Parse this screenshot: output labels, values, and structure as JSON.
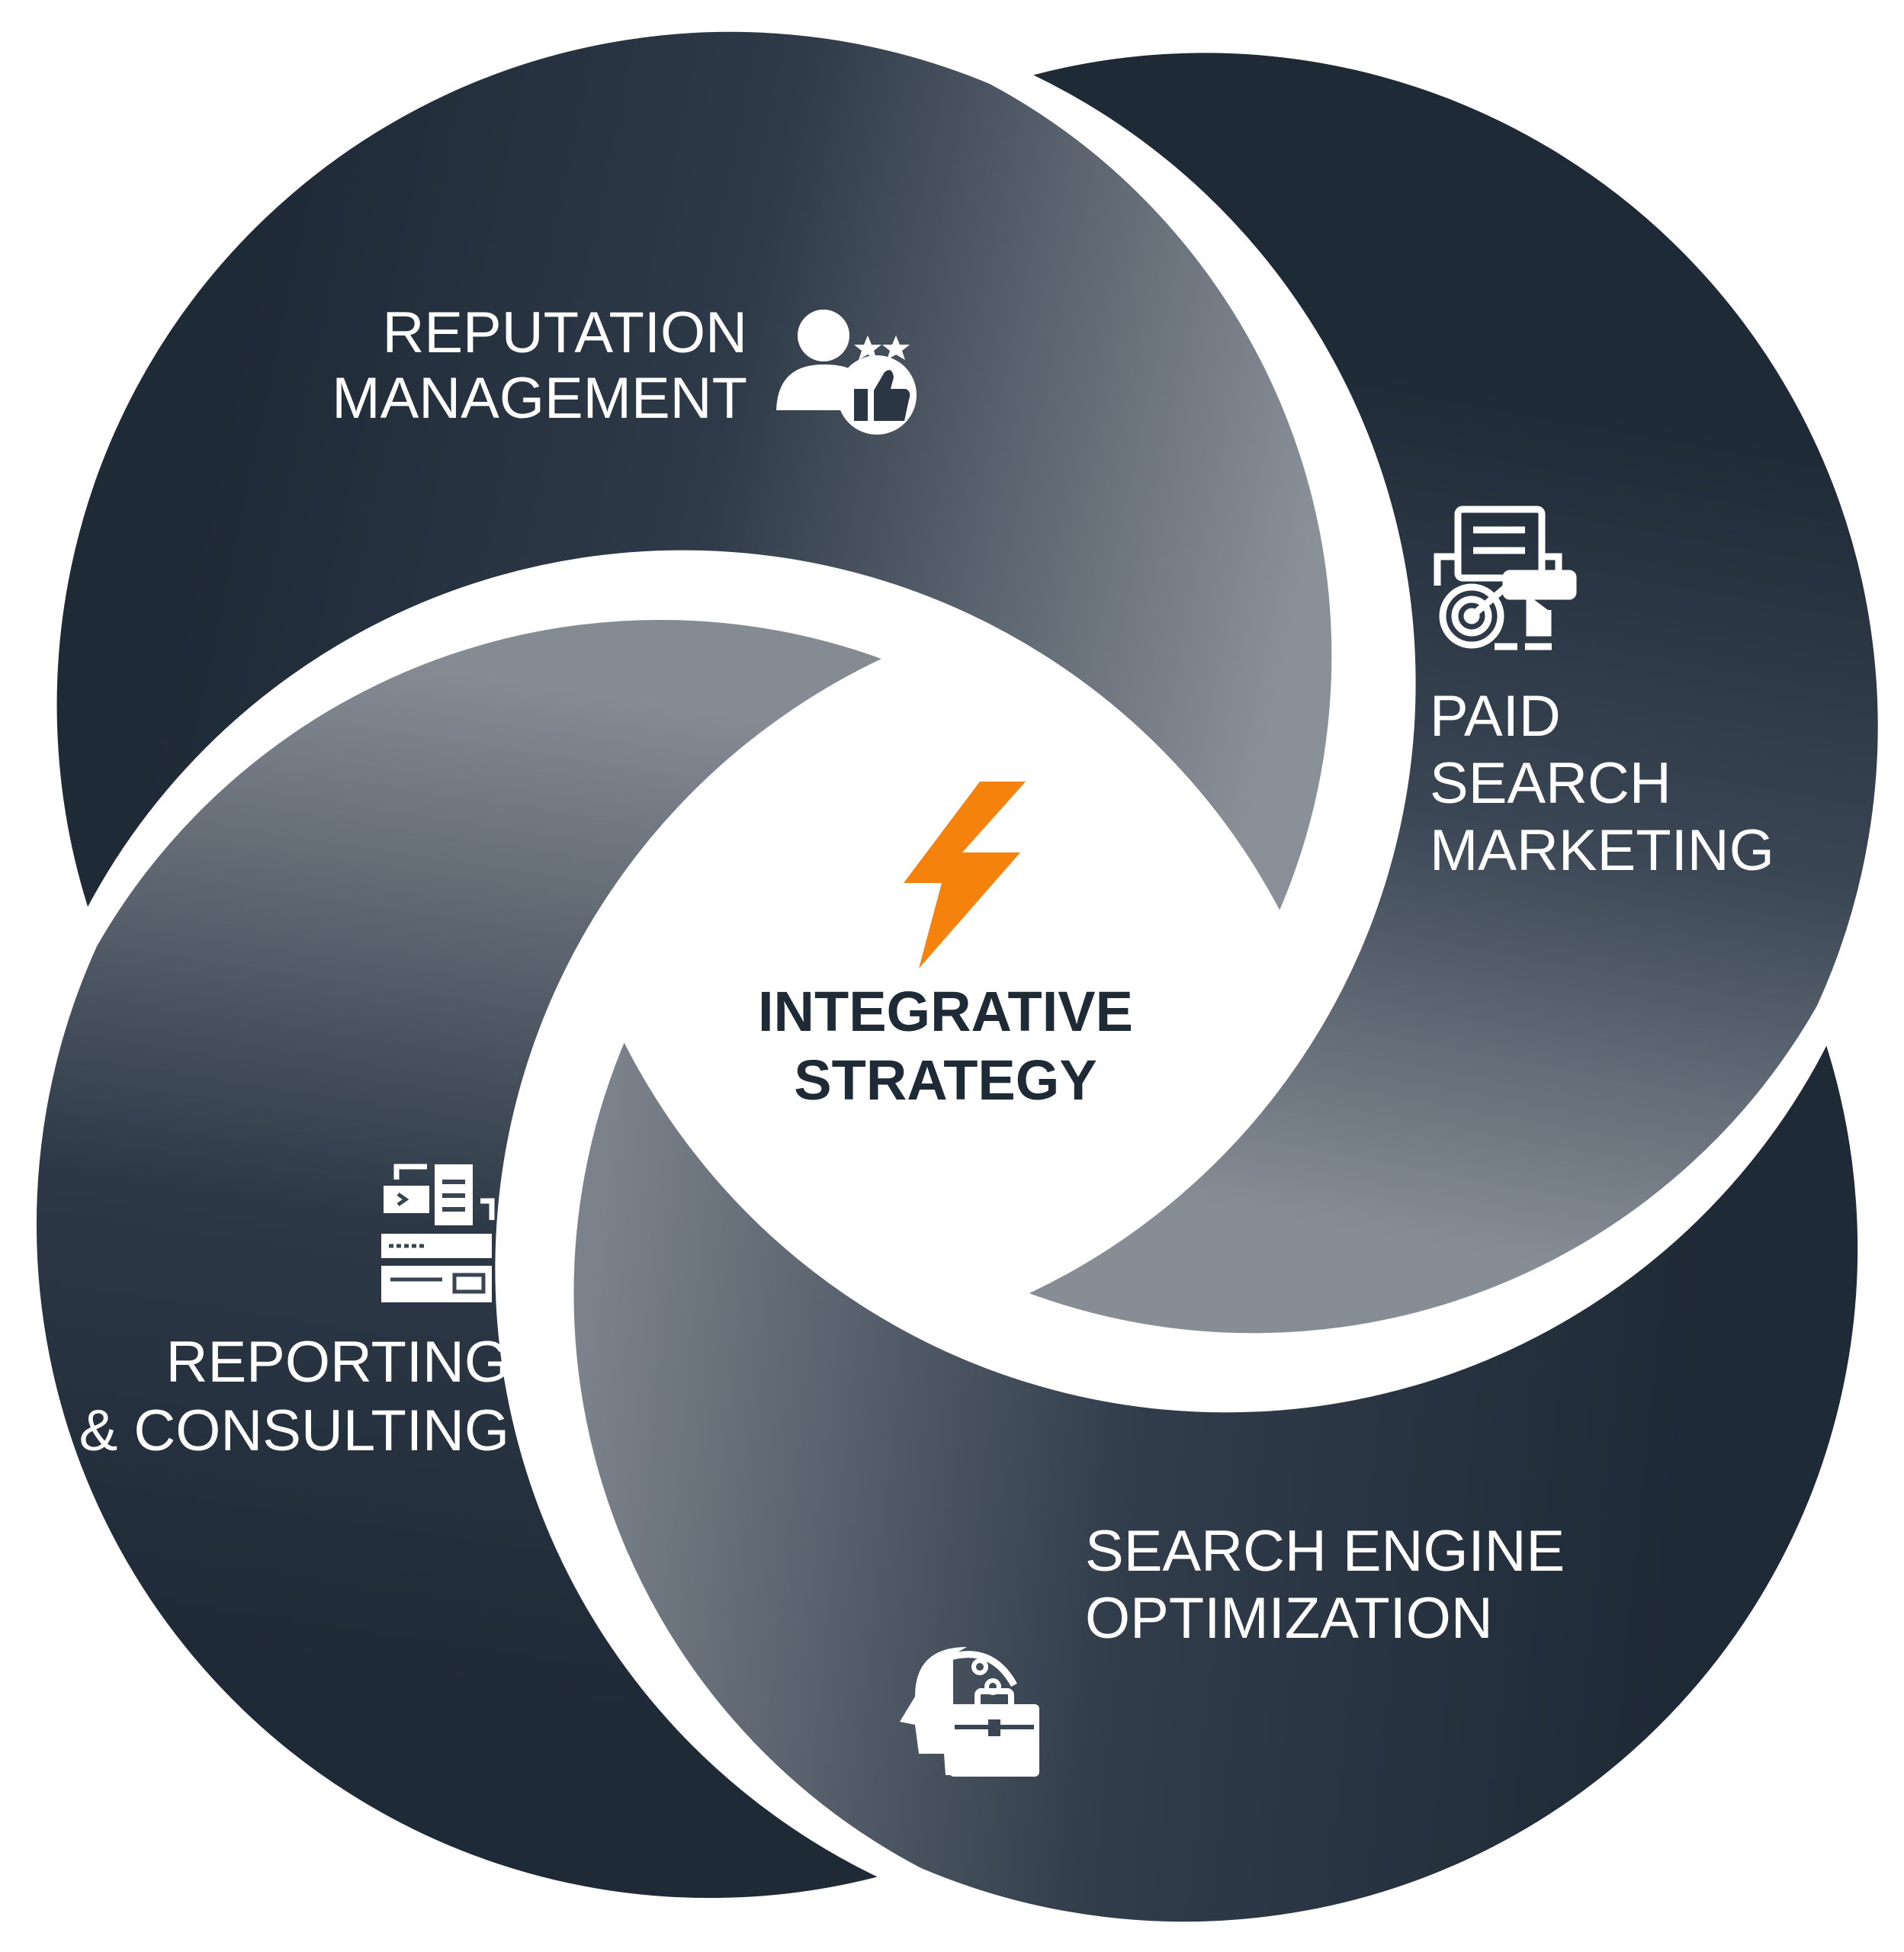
{
  "center": {
    "line1": "INTEGRATIVE",
    "line2": "STRATEGY",
    "icon": "lightning-bolt-icon",
    "accent": "#f5820d"
  },
  "segments": [
    {
      "id": "reputation",
      "line1": "REPUTATION",
      "line2": "MANAGEMENT",
      "icon": "user-rating-thumbs-up-icon"
    },
    {
      "id": "paid-search",
      "line1": "PAID",
      "line2": "SEARCH",
      "line3": "MARKETING",
      "icon": "target-click-ad-icon"
    },
    {
      "id": "seo",
      "line1": "SEARCH ENGINE",
      "line2": "OPTIMIZATION",
      "icon": "ai-head-briefcase-icon"
    },
    {
      "id": "reporting",
      "line1": "REPORTING",
      "line2": "& CONSULTING",
      "icon": "report-dashboard-icon"
    }
  ],
  "colors": {
    "dark": "#1f2a37",
    "light": "#868d95",
    "text": "#ffffff",
    "center_text": "#1f2a37"
  }
}
